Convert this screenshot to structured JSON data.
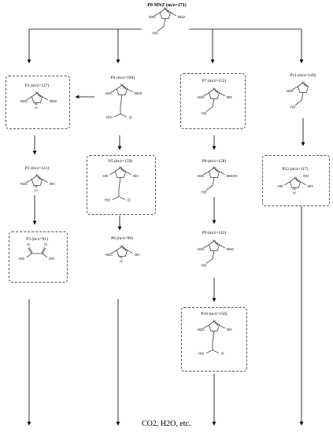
{
  "compounds": {
    "p0": {
      "label": "P0 MNZ (m/z=171)",
      "groups": {
        "methyl": "H3C",
        "nitro": "NO2",
        "hydroxyl": "HO"
      }
    },
    "p1": {
      "label": "P1 (m/z=127)",
      "groups": {
        "methyl": "H3C",
        "ring_nh": "N\nH",
        "nitro": "NO2"
      }
    },
    "p2": {
      "label": "P2 (m/z=121)",
      "groups": {
        "methyl": "H3C",
        "ring_nh": "N\nH",
        "hydroxyl": "OH"
      }
    },
    "p3": {
      "label": "P3 (m/z=91)",
      "groups": {
        "o1": "O",
        "o2": "O",
        "oh1": "HO",
        "oh2": "OH"
      }
    },
    "p4": {
      "label": "P4 (m/z=184)",
      "groups": {
        "methyl": "H3C",
        "nitro": "NO2",
        "carbonyl_o": "O",
        "hydroxyl": "HO"
      }
    },
    "p5": {
      "label": "P5 (m/z=159)",
      "groups": {
        "hydroxyl_left": "HO",
        "hydroxyl_right": "OH",
        "carbonyl_o": "O",
        "hydroxyl": "HO"
      }
    },
    "p6": {
      "label": "P6 (m/z=98)",
      "groups": {
        "methyl": "H3C",
        "ring_nh": "N\nH",
        "hydroxyl": "OH"
      }
    },
    "p7": {
      "label": "P7 (m/z=155)",
      "groups": {
        "methyl": "H3C",
        "nitroso": "NO",
        "hydroxyl": "HO"
      }
    },
    "p8": {
      "label": "P8 (m/z=158)",
      "groups": {
        "methyl": "H3C",
        "hydroxylamine": "NHOH",
        "hydroxyl": "HO"
      }
    },
    "p9": {
      "label": "P9 (m/z=142)",
      "groups": {
        "methyl": "H3C",
        "amine": "NH2",
        "hydroxyl": "HO"
      }
    },
    "p10": {
      "label": "P10 (m/z=156)",
      "groups": {
        "methyl": "H3C",
        "hydroxyl_ring": "OH",
        "carbonyl_o": "O",
        "hydroxyl": "HO"
      }
    },
    "p11": {
      "label": "P11 (m/z=149)",
      "groups": {
        "methyl": "H3C",
        "hydroxyl": "HO"
      }
    },
    "p12": {
      "label": "P12 (m/z=117)",
      "groups": {
        "oh_top": "OH",
        "oh_right": "OH",
        "oh_left": "HO",
        "ring_nh": "N\nH"
      }
    }
  },
  "final_products": "CO2, H2O, etc."
}
